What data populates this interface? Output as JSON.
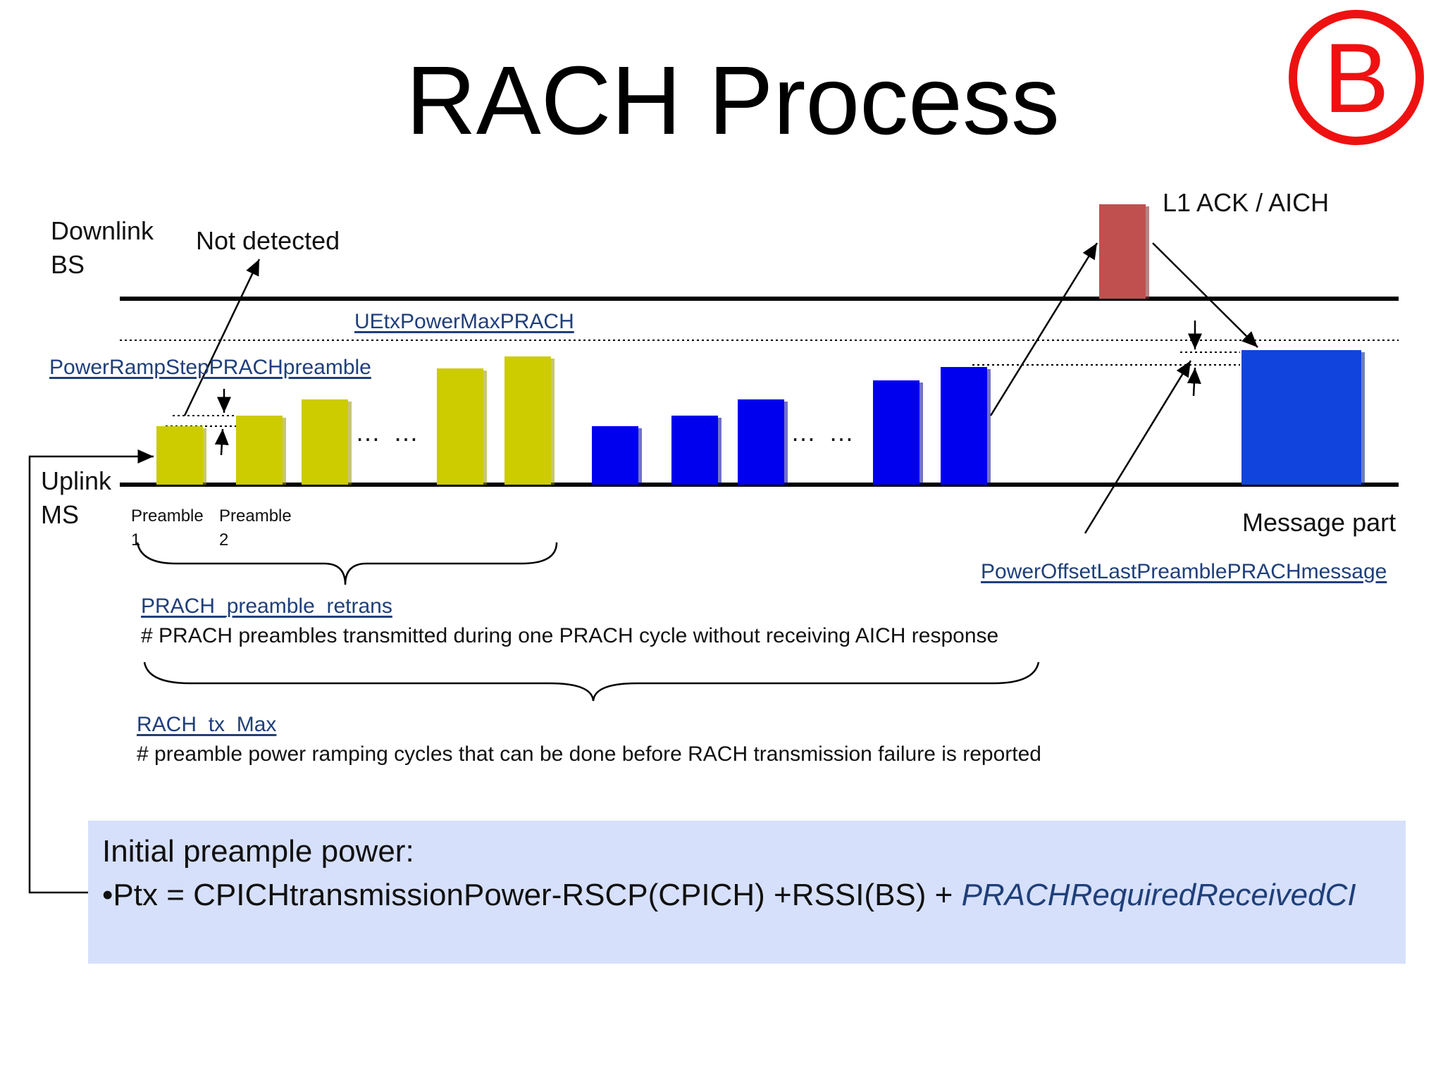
{
  "title": "RACH Process",
  "badge": "B",
  "labels": {
    "downlink_1": "Downlink",
    "downlink_2": "BS",
    "uplink_1": "Uplink",
    "uplink_2": "MS",
    "not_detected": "Not detected",
    "l1_ack": "L1 ACK / AICH",
    "message_part": "Message part",
    "preamble_1_a": "Preamble",
    "preamble_1_b": "1",
    "preamble_2_a": "Preamble",
    "preamble_2_b": "2",
    "ellipsis": "…  …"
  },
  "parameters": {
    "ue_tx_power_max": "UEtxPowerMaxPRACH",
    "power_ramp_step": "PowerRampStepPRACHpreamble",
    "power_offset_last": "PowerOffsetLastPreamblePRACHmessage",
    "preamble_retrans": "PRACH_preamble_retrans",
    "preamble_retrans_desc": "# PRACH preambles transmitted during one PRACH cycle without receiving AICH response",
    "rach_tx_max": "RACH_tx_Max",
    "rach_tx_max_desc": "# preamble power ramping cycles that can be done before RACH transmission failure is reported"
  },
  "info_box": {
    "line1": "Initial preample power:",
    "line2_prefix": "•Ptx = CPICHtransmissionPower-RSCP(CPICH) +RSSI(BS) + ",
    "line2_param": "PRACHRequiredReceivedCI"
  },
  "colors": {
    "preamble_cycle_1": "#cccc00",
    "preamble_cycle_2": "#0000ee",
    "message_part": "#1144dd",
    "aich": "#c05050",
    "info_box_bg": "#d6e0fb",
    "param_link": "#1f3f7a",
    "badge": "#ee1111"
  }
}
